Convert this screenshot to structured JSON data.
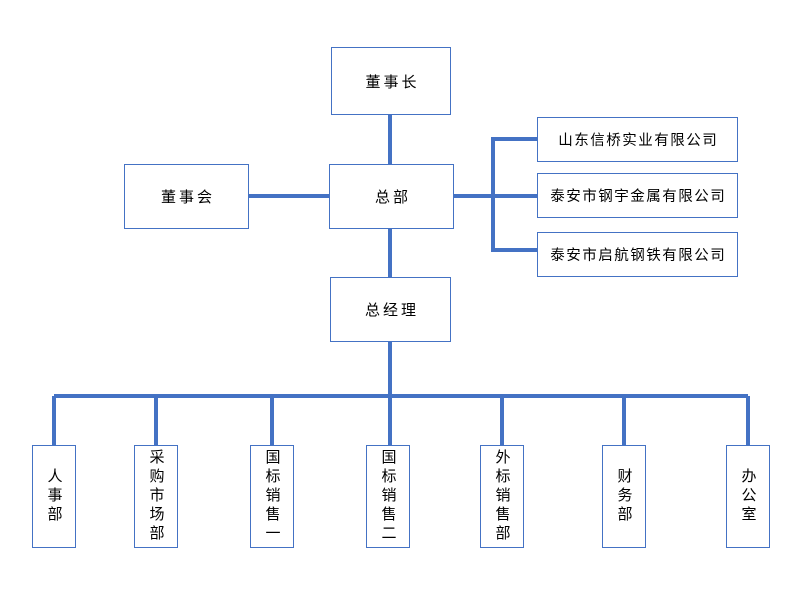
{
  "colors": {
    "connector_line": "#4472C4",
    "box_border": "#4472C4",
    "text": "#000000",
    "background": "#ffffff"
  },
  "org_chart": {
    "chairman": {
      "label": "董事长"
    },
    "board": {
      "label": "董事会"
    },
    "headquarters": {
      "label": "总部"
    },
    "general_manager": {
      "label": "总经理"
    },
    "subsidiaries": [
      {
        "label": "山东信桥实业有限公司"
      },
      {
        "label": "泰安市钢宇金属有限公司"
      },
      {
        "label": "泰安市启航钢铁有限公司"
      }
    ],
    "departments": [
      {
        "label": "人事部"
      },
      {
        "label": "采购市场部"
      },
      {
        "label": "国标销售一"
      },
      {
        "label": "国标销售二"
      },
      {
        "label": "外标销售部"
      },
      {
        "label": "财务部"
      },
      {
        "label": "办公室"
      }
    ]
  }
}
